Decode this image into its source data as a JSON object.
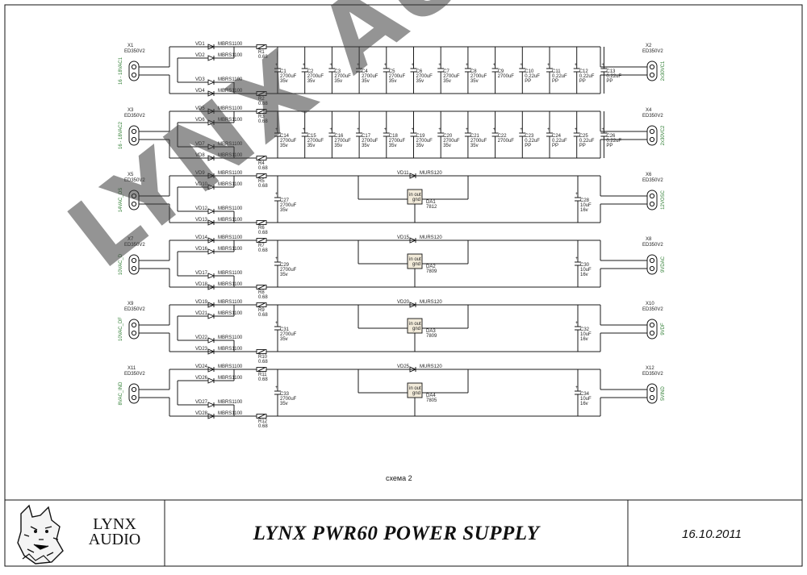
{
  "watermark": "LYNX AUDIO",
  "caption": "схема 2",
  "title_block": {
    "brand_line1": "LYNX",
    "brand_line2": "AUDIO",
    "title": "LYNX PWR60 POWER SUPPLY",
    "date": "16.10.2011"
  },
  "connector_part": "ED350V2",
  "diode_part": "MBRS1100",
  "fast_diode_part": "MURS120",
  "resistor_value": "0.68",
  "rails": [
    {
      "id": "rail-1",
      "in_name": "X1",
      "out_name": "X2",
      "in_label": "16 - 18VAC1",
      "out_label": "2x30VC1",
      "diodes": [
        "VD1",
        "VD2",
        "VD3",
        "VD4"
      ],
      "resistors": [
        "R1",
        "R2"
      ],
      "caps": [
        [
          "C1",
          "2700uF",
          "35v"
        ],
        [
          "C2",
          "2700uF",
          "35v"
        ],
        [
          "C3",
          "2700uF",
          "35v"
        ],
        [
          "C4",
          "2700uF",
          "35v"
        ],
        [
          "C5",
          "2700uF",
          "35v"
        ],
        [
          "C6",
          "2700uF",
          "35v"
        ],
        [
          "C7",
          "2700uF",
          "35v"
        ],
        [
          "C8",
          "2700uF",
          "35v"
        ],
        [
          "C9",
          "2700uF",
          ""
        ],
        [
          "C10",
          "0.22uF",
          "PP"
        ],
        [
          "C11",
          "0.22uF",
          "PP"
        ],
        [
          "C12",
          "0.22uF",
          "PP"
        ],
        [
          "C13",
          "0.22uF",
          "PP"
        ]
      ]
    },
    {
      "id": "rail-2",
      "in_name": "X3",
      "out_name": "X4",
      "in_label": "16 - 18VAC2",
      "out_label": "2x30VC2",
      "diodes": [
        "VD5",
        "VD6",
        "VD7",
        "VD8"
      ],
      "resistors": [
        "R3",
        "R4"
      ],
      "caps": [
        [
          "C14",
          "2700uF",
          "35v"
        ],
        [
          "C15",
          "2700uF",
          "35v"
        ],
        [
          "C16",
          "2700uF",
          "35v"
        ],
        [
          "C17",
          "2700uF",
          "35v"
        ],
        [
          "C18",
          "2700uF",
          "35v"
        ],
        [
          "C19",
          "2700uF",
          "35v"
        ],
        [
          "C20",
          "2700uF",
          "35v"
        ],
        [
          "C21",
          "2700uF",
          "35v"
        ],
        [
          "C22",
          "2700uF",
          ""
        ],
        [
          "C23",
          "0.22uF",
          "PP"
        ],
        [
          "C24",
          "0.22uF",
          "PP"
        ],
        [
          "C25",
          "0.22uF",
          "PP"
        ],
        [
          "C26",
          "0.22uF",
          "PP"
        ]
      ]
    },
    {
      "id": "rail-3",
      "in_name": "X5",
      "out_name": "X6",
      "in_label": "14VAC_OS",
      "out_label": "12VOSC",
      "diodes": [
        "VD9",
        "VD10",
        "VD12",
        "VD13"
      ],
      "resistors": [
        "R5",
        "R6"
      ],
      "cap_in": [
        "C27",
        "2700uF",
        "35v"
      ],
      "fast_diode": "VD11",
      "reg": [
        "DA1",
        "7812"
      ],
      "cap_out": [
        "C28",
        "10uF",
        "16v"
      ]
    },
    {
      "id": "rail-4",
      "in_name": "X7",
      "out_name": "X8",
      "in_label": "10VAC_D",
      "out_label": "9VDAC",
      "diodes": [
        "VD14",
        "VD16",
        "VD17",
        "VD18"
      ],
      "resistors": [
        "R7",
        "R8"
      ],
      "cap_in": [
        "C29",
        "2700uF",
        "35v"
      ],
      "fast_diode": "VD15",
      "reg": [
        "DA2",
        "7809"
      ],
      "cap_out": [
        "C30",
        "10uF",
        "16v"
      ]
    },
    {
      "id": "rail-5",
      "in_name": "X9",
      "out_name": "X10",
      "in_label": "10VAC_DF",
      "out_label": "9VDF",
      "diodes": [
        "VD19",
        "VD21",
        "VD22",
        "VD23"
      ],
      "resistors": [
        "R9",
        "R10"
      ],
      "cap_in": [
        "C31",
        "2700uF",
        "35v"
      ],
      "fast_diode": "VD20",
      "reg": [
        "DA3",
        "7809"
      ],
      "cap_out": [
        "C32",
        "10uF",
        "16v"
      ]
    },
    {
      "id": "rail-6",
      "in_name": "X11",
      "out_name": "X12",
      "in_label": "8VAC_IND",
      "out_label": "5VIND",
      "diodes": [
        "VD24",
        "VD26",
        "VD27",
        "VD28"
      ],
      "resistors": [
        "R11",
        "R12"
      ],
      "cap_in": [
        "C33",
        "2700uF",
        "35v"
      ],
      "fast_diode": "VD25",
      "reg": [
        "DA4",
        "7805"
      ],
      "cap_out": [
        "C34",
        "10uF",
        "16v"
      ]
    }
  ]
}
